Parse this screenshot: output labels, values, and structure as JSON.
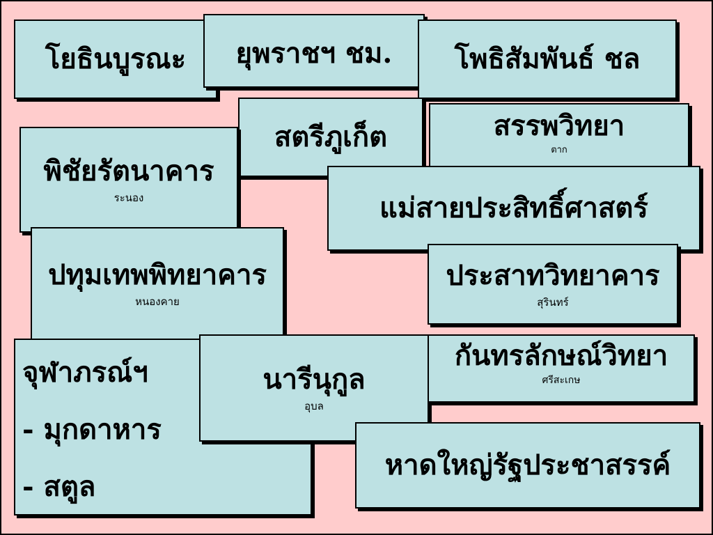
{
  "cards": [
    {
      "name": "โยธินบูรณะ"
    },
    {
      "name": "ยุพราชฯ ชม."
    },
    {
      "name": "โพธิสัมพันธ์ ชล"
    },
    {
      "name": "สตรีภูเก็ต"
    },
    {
      "name": "พิชัยรัตนาคาร",
      "sub": "ระนอง"
    },
    {
      "name": "สรรพวิทยา",
      "sub": "ตาก"
    },
    {
      "name": "แม่สายประสิทธิ์ศาสตร์"
    },
    {
      "name": "ปทุมเทพพิทยาคาร",
      "sub": "หนองคาย"
    },
    {
      "name": "ประสาทวิทยาคาร",
      "sub": "สุรินทร์"
    },
    {
      "lines": [
        "จุฬาภรณ์ฯ",
        " - มุกดาหาร",
        " - สตูล"
      ]
    },
    {
      "name": "นารีนุกูล",
      "sub": "อุบล"
    },
    {
      "name": "กันทรลักษณ์วิทยา",
      "sub": "ศรีสะเกษ"
    },
    {
      "name": "หาดใหญ่รัฐประชาสรรค์"
    }
  ],
  "colors": {
    "background": "#ffcccc",
    "card": "#bde1e3",
    "border": "#000000"
  }
}
